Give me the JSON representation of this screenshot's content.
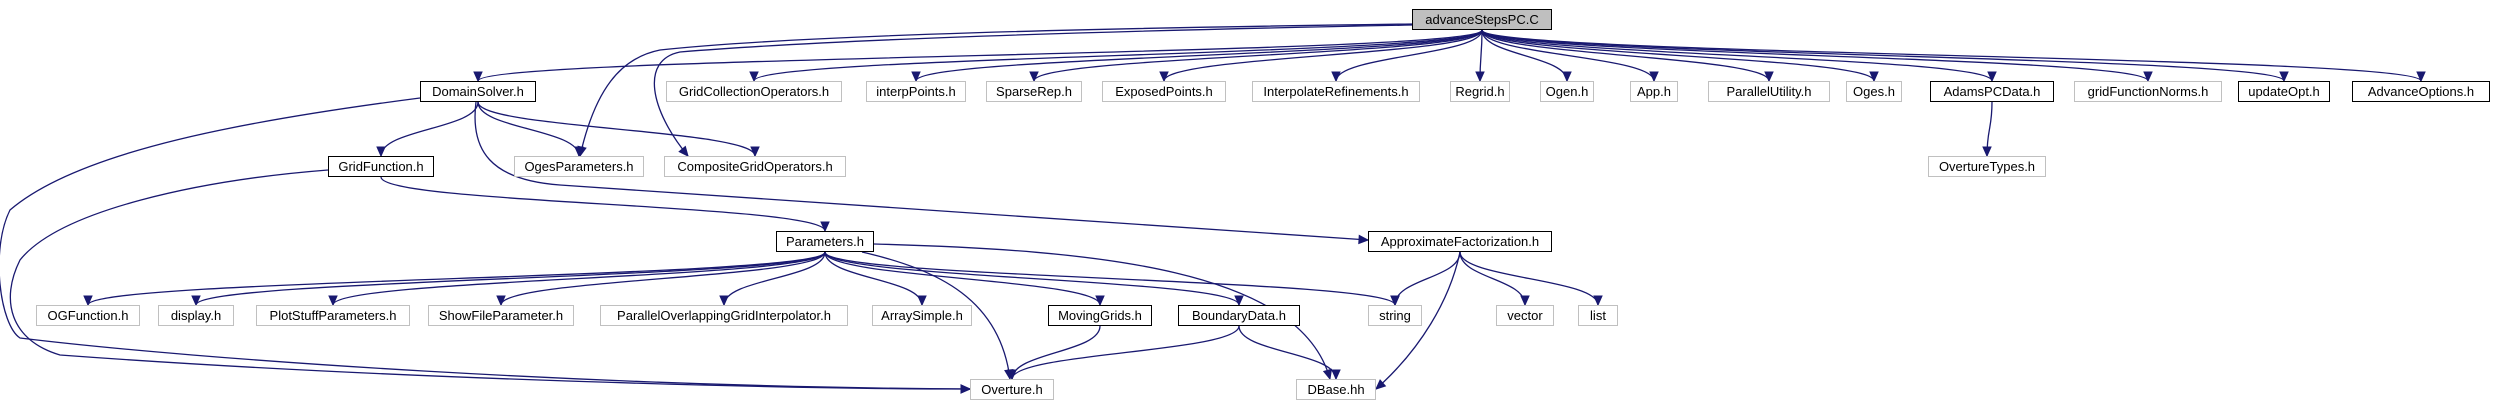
{
  "diagram": {
    "nodes": [
      {
        "id": "advanceStepsPC",
        "label": "advanceStepsPC.C",
        "style": "root"
      },
      {
        "id": "DomainSolver",
        "label": "DomainSolver.h",
        "style": "solid"
      },
      {
        "id": "GridCollectionOperators",
        "label": "GridCollectionOperators.h",
        "style": "faint"
      },
      {
        "id": "interpPoints",
        "label": "interpPoints.h",
        "style": "faint"
      },
      {
        "id": "SparseRep",
        "label": "SparseRep.h",
        "style": "faint"
      },
      {
        "id": "ExposedPoints",
        "label": "ExposedPoints.h",
        "style": "faint"
      },
      {
        "id": "InterpolateRefinements",
        "label": "InterpolateRefinements.h",
        "style": "faint"
      },
      {
        "id": "Regrid",
        "label": "Regrid.h",
        "style": "faint"
      },
      {
        "id": "Ogen",
        "label": "Ogen.h",
        "style": "faint"
      },
      {
        "id": "App",
        "label": "App.h",
        "style": "faint"
      },
      {
        "id": "ParallelUtility",
        "label": "ParallelUtility.h",
        "style": "faint"
      },
      {
        "id": "Oges",
        "label": "Oges.h",
        "style": "faint"
      },
      {
        "id": "AdamsPCData",
        "label": "AdamsPCData.h",
        "style": "solid"
      },
      {
        "id": "gridFunctionNorms",
        "label": "gridFunctionNorms.h",
        "style": "faint"
      },
      {
        "id": "updateOpt",
        "label": "updateOpt.h",
        "style": "solid"
      },
      {
        "id": "AdvanceOptions",
        "label": "AdvanceOptions.h",
        "style": "solid"
      },
      {
        "id": "GridFunction",
        "label": "GridFunction.h",
        "style": "solid"
      },
      {
        "id": "OgesParameters",
        "label": "OgesParameters.h",
        "style": "faint"
      },
      {
        "id": "CompositeGridOperators",
        "label": "CompositeGridOperators.h",
        "style": "faint"
      },
      {
        "id": "OvertureTypes",
        "label": "OvertureTypes.h",
        "style": "faint"
      },
      {
        "id": "Parameters",
        "label": "Parameters.h",
        "style": "solid"
      },
      {
        "id": "ApproximateFactorization",
        "label": "ApproximateFactorization.h",
        "style": "solid"
      },
      {
        "id": "OGFunction",
        "label": "OGFunction.h",
        "style": "faint"
      },
      {
        "id": "display",
        "label": "display.h",
        "style": "faint"
      },
      {
        "id": "PlotStuffParameters",
        "label": "PlotStuffParameters.h",
        "style": "faint"
      },
      {
        "id": "ShowFileParameter",
        "label": "ShowFileParameter.h",
        "style": "faint"
      },
      {
        "id": "ParallelOverlappingGridInterpolator",
        "label": "ParallelOverlappingGridInterpolator.h",
        "style": "faint"
      },
      {
        "id": "ArraySimple",
        "label": "ArraySimple.h",
        "style": "faint"
      },
      {
        "id": "MovingGrids",
        "label": "MovingGrids.h",
        "style": "solid"
      },
      {
        "id": "BoundaryData",
        "label": "BoundaryData.h",
        "style": "solid"
      },
      {
        "id": "string",
        "label": "string",
        "style": "faint"
      },
      {
        "id": "vector",
        "label": "vector",
        "style": "faint"
      },
      {
        "id": "list",
        "label": "list",
        "style": "faint"
      },
      {
        "id": "Overture",
        "label": "Overture.h",
        "style": "faint"
      },
      {
        "id": "DBase",
        "label": "DBase.hh",
        "style": "faint"
      }
    ],
    "edges": [
      [
        "advanceStepsPC",
        "DomainSolver"
      ],
      [
        "advanceStepsPC",
        "GridCollectionOperators"
      ],
      [
        "advanceStepsPC",
        "interpPoints"
      ],
      [
        "advanceStepsPC",
        "SparseRep"
      ],
      [
        "advanceStepsPC",
        "ExposedPoints"
      ],
      [
        "advanceStepsPC",
        "InterpolateRefinements"
      ],
      [
        "advanceStepsPC",
        "Regrid"
      ],
      [
        "advanceStepsPC",
        "Ogen"
      ],
      [
        "advanceStepsPC",
        "App"
      ],
      [
        "advanceStepsPC",
        "ParallelUtility"
      ],
      [
        "advanceStepsPC",
        "Oges"
      ],
      [
        "advanceStepsPC",
        "AdamsPCData"
      ],
      [
        "advanceStepsPC",
        "gridFunctionNorms"
      ],
      [
        "advanceStepsPC",
        "updateOpt"
      ],
      [
        "advanceStepsPC",
        "AdvanceOptions"
      ],
      [
        "advanceStepsPC",
        "OgesParameters"
      ],
      [
        "advanceStepsPC",
        "CompositeGridOperators"
      ],
      [
        "DomainSolver",
        "GridFunction"
      ],
      [
        "DomainSolver",
        "OgesParameters"
      ],
      [
        "DomainSolver",
        "CompositeGridOperators"
      ],
      [
        "DomainSolver",
        "ApproximateFactorization"
      ],
      [
        "DomainSolver",
        "Overture"
      ],
      [
        "AdamsPCData",
        "OvertureTypes"
      ],
      [
        "GridFunction",
        "Parameters"
      ],
      [
        "GridFunction",
        "Overture"
      ],
      [
        "Parameters",
        "OGFunction"
      ],
      [
        "Parameters",
        "display"
      ],
      [
        "Parameters",
        "PlotStuffParameters"
      ],
      [
        "Parameters",
        "ShowFileParameter"
      ],
      [
        "Parameters",
        "ParallelOverlappingGridInterpolator"
      ],
      [
        "Parameters",
        "ArraySimple"
      ],
      [
        "Parameters",
        "MovingGrids"
      ],
      [
        "Parameters",
        "BoundaryData"
      ],
      [
        "Parameters",
        "string"
      ],
      [
        "Parameters",
        "Overture"
      ],
      [
        "Parameters",
        "DBase"
      ],
      [
        "ApproximateFactorization",
        "string"
      ],
      [
        "ApproximateFactorization",
        "vector"
      ],
      [
        "ApproximateFactorization",
        "list"
      ],
      [
        "ApproximateFactorization",
        "DBase"
      ],
      [
        "MovingGrids",
        "Overture"
      ],
      [
        "BoundaryData",
        "Overture"
      ],
      [
        "BoundaryData",
        "DBase"
      ]
    ]
  }
}
